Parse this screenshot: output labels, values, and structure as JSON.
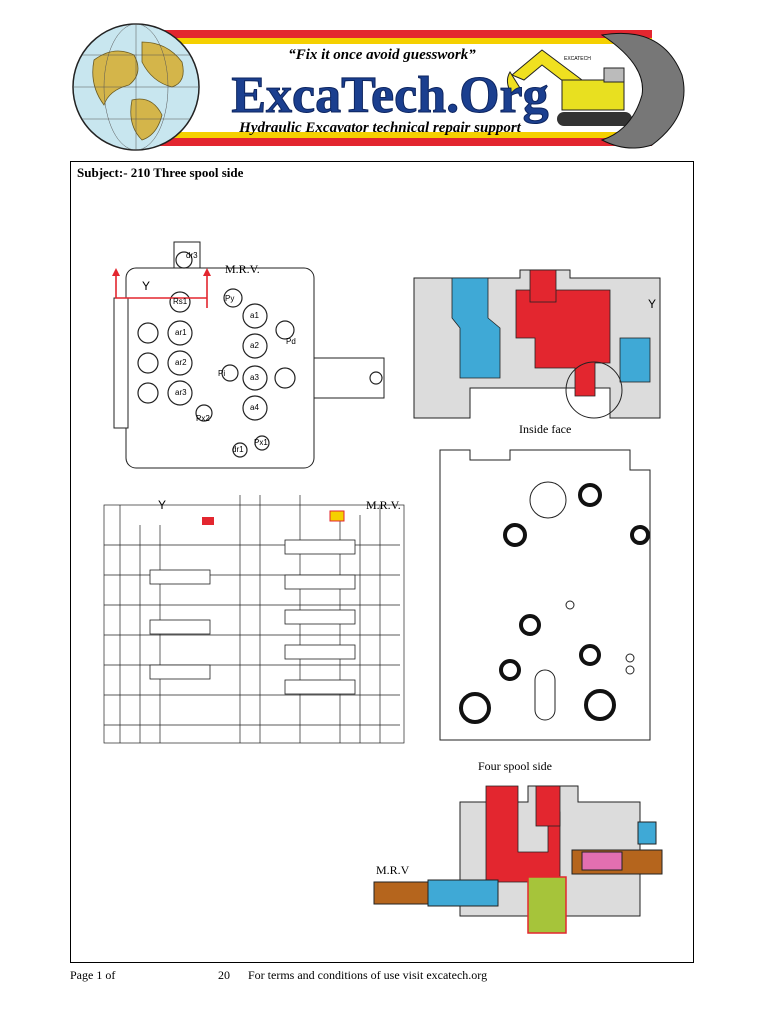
{
  "header": {
    "tagline": "“Fix it once avoid guesswork”",
    "brand": "ExcaTech.Org",
    "subtitle": "Hydraulic Excavator technical repair support",
    "machine_label": "EXCATECH"
  },
  "subject": "Subject:- 210 Three spool side",
  "diagrams": {
    "valve": {
      "mrv": "M.R.V.",
      "y": "Y",
      "ports": [
        "dr3",
        "Rs1",
        "ar1",
        "ar2",
        "ar3",
        "Py",
        "a1",
        "a2",
        "a3",
        "a4",
        "Pd",
        "Pi",
        "Px2",
        "dr1",
        "Px1"
      ]
    },
    "section_top": {
      "y": "Y",
      "caption": "Inside face"
    },
    "schematic": {
      "y": "Y",
      "mrv": "M.R.V."
    },
    "section_mid": {
      "caption": "Four spool side"
    },
    "section_bottom": {
      "mrv": "M.R.V"
    }
  },
  "footer": {
    "page": "Page 1 of",
    "number": "20",
    "terms": "For terms and conditions of use visit excatech.org"
  },
  "colors": {
    "red": "#e3262f",
    "blue": "#3fa9d6",
    "green": "#a6c43a",
    "grey": "#dcdcdc",
    "brand_blue": "#1b3f8f"
  }
}
